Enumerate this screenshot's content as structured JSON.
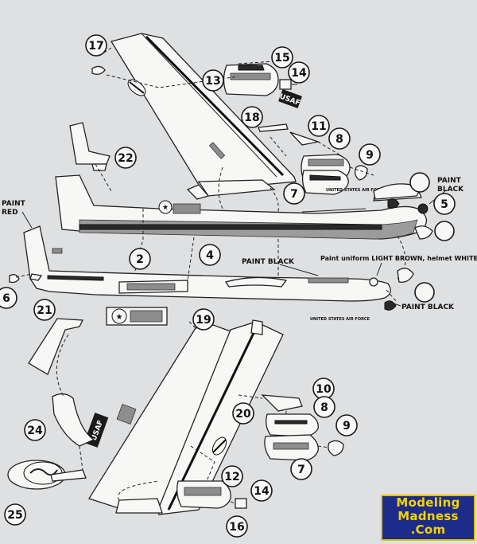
{
  "callouts": [
    {
      "id": "c17",
      "num": "17"
    },
    {
      "id": "c15",
      "num": "15"
    },
    {
      "id": "c14a",
      "num": "14"
    },
    {
      "id": "c13",
      "num": "13"
    },
    {
      "id": "c18",
      "num": "18"
    },
    {
      "id": "c11",
      "num": "11"
    },
    {
      "id": "c8a",
      "num": "8"
    },
    {
      "id": "c9a",
      "num": "9"
    },
    {
      "id": "c22",
      "num": "22"
    },
    {
      "id": "c7a",
      "num": "7"
    },
    {
      "id": "c5",
      "num": "5"
    },
    {
      "id": "c4",
      "num": "4"
    },
    {
      "id": "c2",
      "num": "2"
    },
    {
      "id": "c6",
      "num": "6"
    },
    {
      "id": "c21",
      "num": "21"
    },
    {
      "id": "c19",
      "num": "19"
    },
    {
      "id": "c10",
      "num": "10"
    },
    {
      "id": "c20",
      "num": "20"
    },
    {
      "id": "c8b",
      "num": "8"
    },
    {
      "id": "c9b",
      "num": "9"
    },
    {
      "id": "c24",
      "num": "24"
    },
    {
      "id": "c7b",
      "num": "7"
    },
    {
      "id": "c12",
      "num": "12"
    },
    {
      "id": "c14b",
      "num": "14"
    },
    {
      "id": "c25",
      "num": "25"
    },
    {
      "id": "c16",
      "num": "16"
    },
    {
      "id": "cblank1",
      "num": ""
    },
    {
      "id": "cblank2",
      "num": ""
    },
    {
      "id": "cblank3",
      "num": ""
    }
  ],
  "labels": {
    "paint_black_canopy_1": "PAINT",
    "paint_black_canopy_2": "BLACK",
    "paint_red_1": "PAINT",
    "paint_red_2": "RED",
    "paint_black_spine": "PAINT BLACK",
    "paint_uniform": "Paint uniform LIGHT BROWN, helmet WHITE.",
    "paint_black_nose": "PAINT BLACK",
    "usaf_upper": "USAF",
    "usaf_lower": "USAF",
    "usaf_fuselage_upper": "UNITED STATES AIR FORCE",
    "usaf_fuselage_lower": "UNITED STATES AIR FORCE"
  },
  "logo": {
    "line1": "Modeling",
    "line2": "Madness",
    "line3": ".Com",
    "border_color": "#e0c300",
    "bg_color": "#1d2b8a",
    "text_color": "#f2d400"
  }
}
